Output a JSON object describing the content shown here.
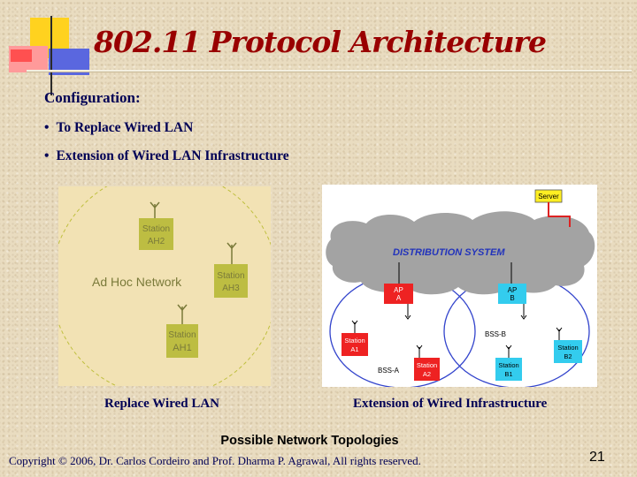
{
  "slide": {
    "title": "802.11 Protocol Architecture",
    "config_label": "Configuration:",
    "bullets": [
      "To Replace Wired LAN",
      "Extension of Wired LAN Infrastructure"
    ],
    "bullet_glyph": "•",
    "captions": {
      "left": "Replace Wired LAN",
      "right": "Extension of Wired Infrastructure"
    },
    "footer_heading": "Possible Network Topologies",
    "copyright": "Copyright © 2006, Dr. Carlos Cordeiro and Prof. Dharma P. Agrawal, All rights reserved.",
    "page_number": "21"
  },
  "adhoc_diagram": {
    "network_label": "Ad Hoc Network",
    "stations": [
      {
        "line1": "Station",
        "line2": "AH2"
      },
      {
        "line1": "Station",
        "line2": "AH3"
      },
      {
        "line1": "Station",
        "line2": "AH1"
      }
    ]
  },
  "infra_diagram": {
    "server": "Server",
    "distribution_system": "DISTRIBUTION SYSTEM",
    "ap_a": {
      "line1": "AP",
      "line2": "A"
    },
    "ap_b": {
      "line1": "AP",
      "line2": "B"
    },
    "bss_a": "BSS-A",
    "bss_b": "BSS-B",
    "station_a1": {
      "line1": "Station",
      "line2": "A1"
    },
    "station_a2": {
      "line1": "Station",
      "line2": "A2"
    },
    "station_b1": {
      "line1": "Station",
      "line2": "B1"
    },
    "station_b2": {
      "line1": "Station",
      "line2": "B2"
    }
  },
  "colors": {
    "title": "#990000",
    "body_text": "#000055",
    "station_red": "#ee2222",
    "station_cyan": "#33ccee",
    "server_yellow": "#ffee22",
    "cloud_gray": "#a3a3a3",
    "bss_circle": "#3344cc",
    "adhoc_green": "#bfbf3f",
    "adhoc_text": "#7a7a3a"
  }
}
